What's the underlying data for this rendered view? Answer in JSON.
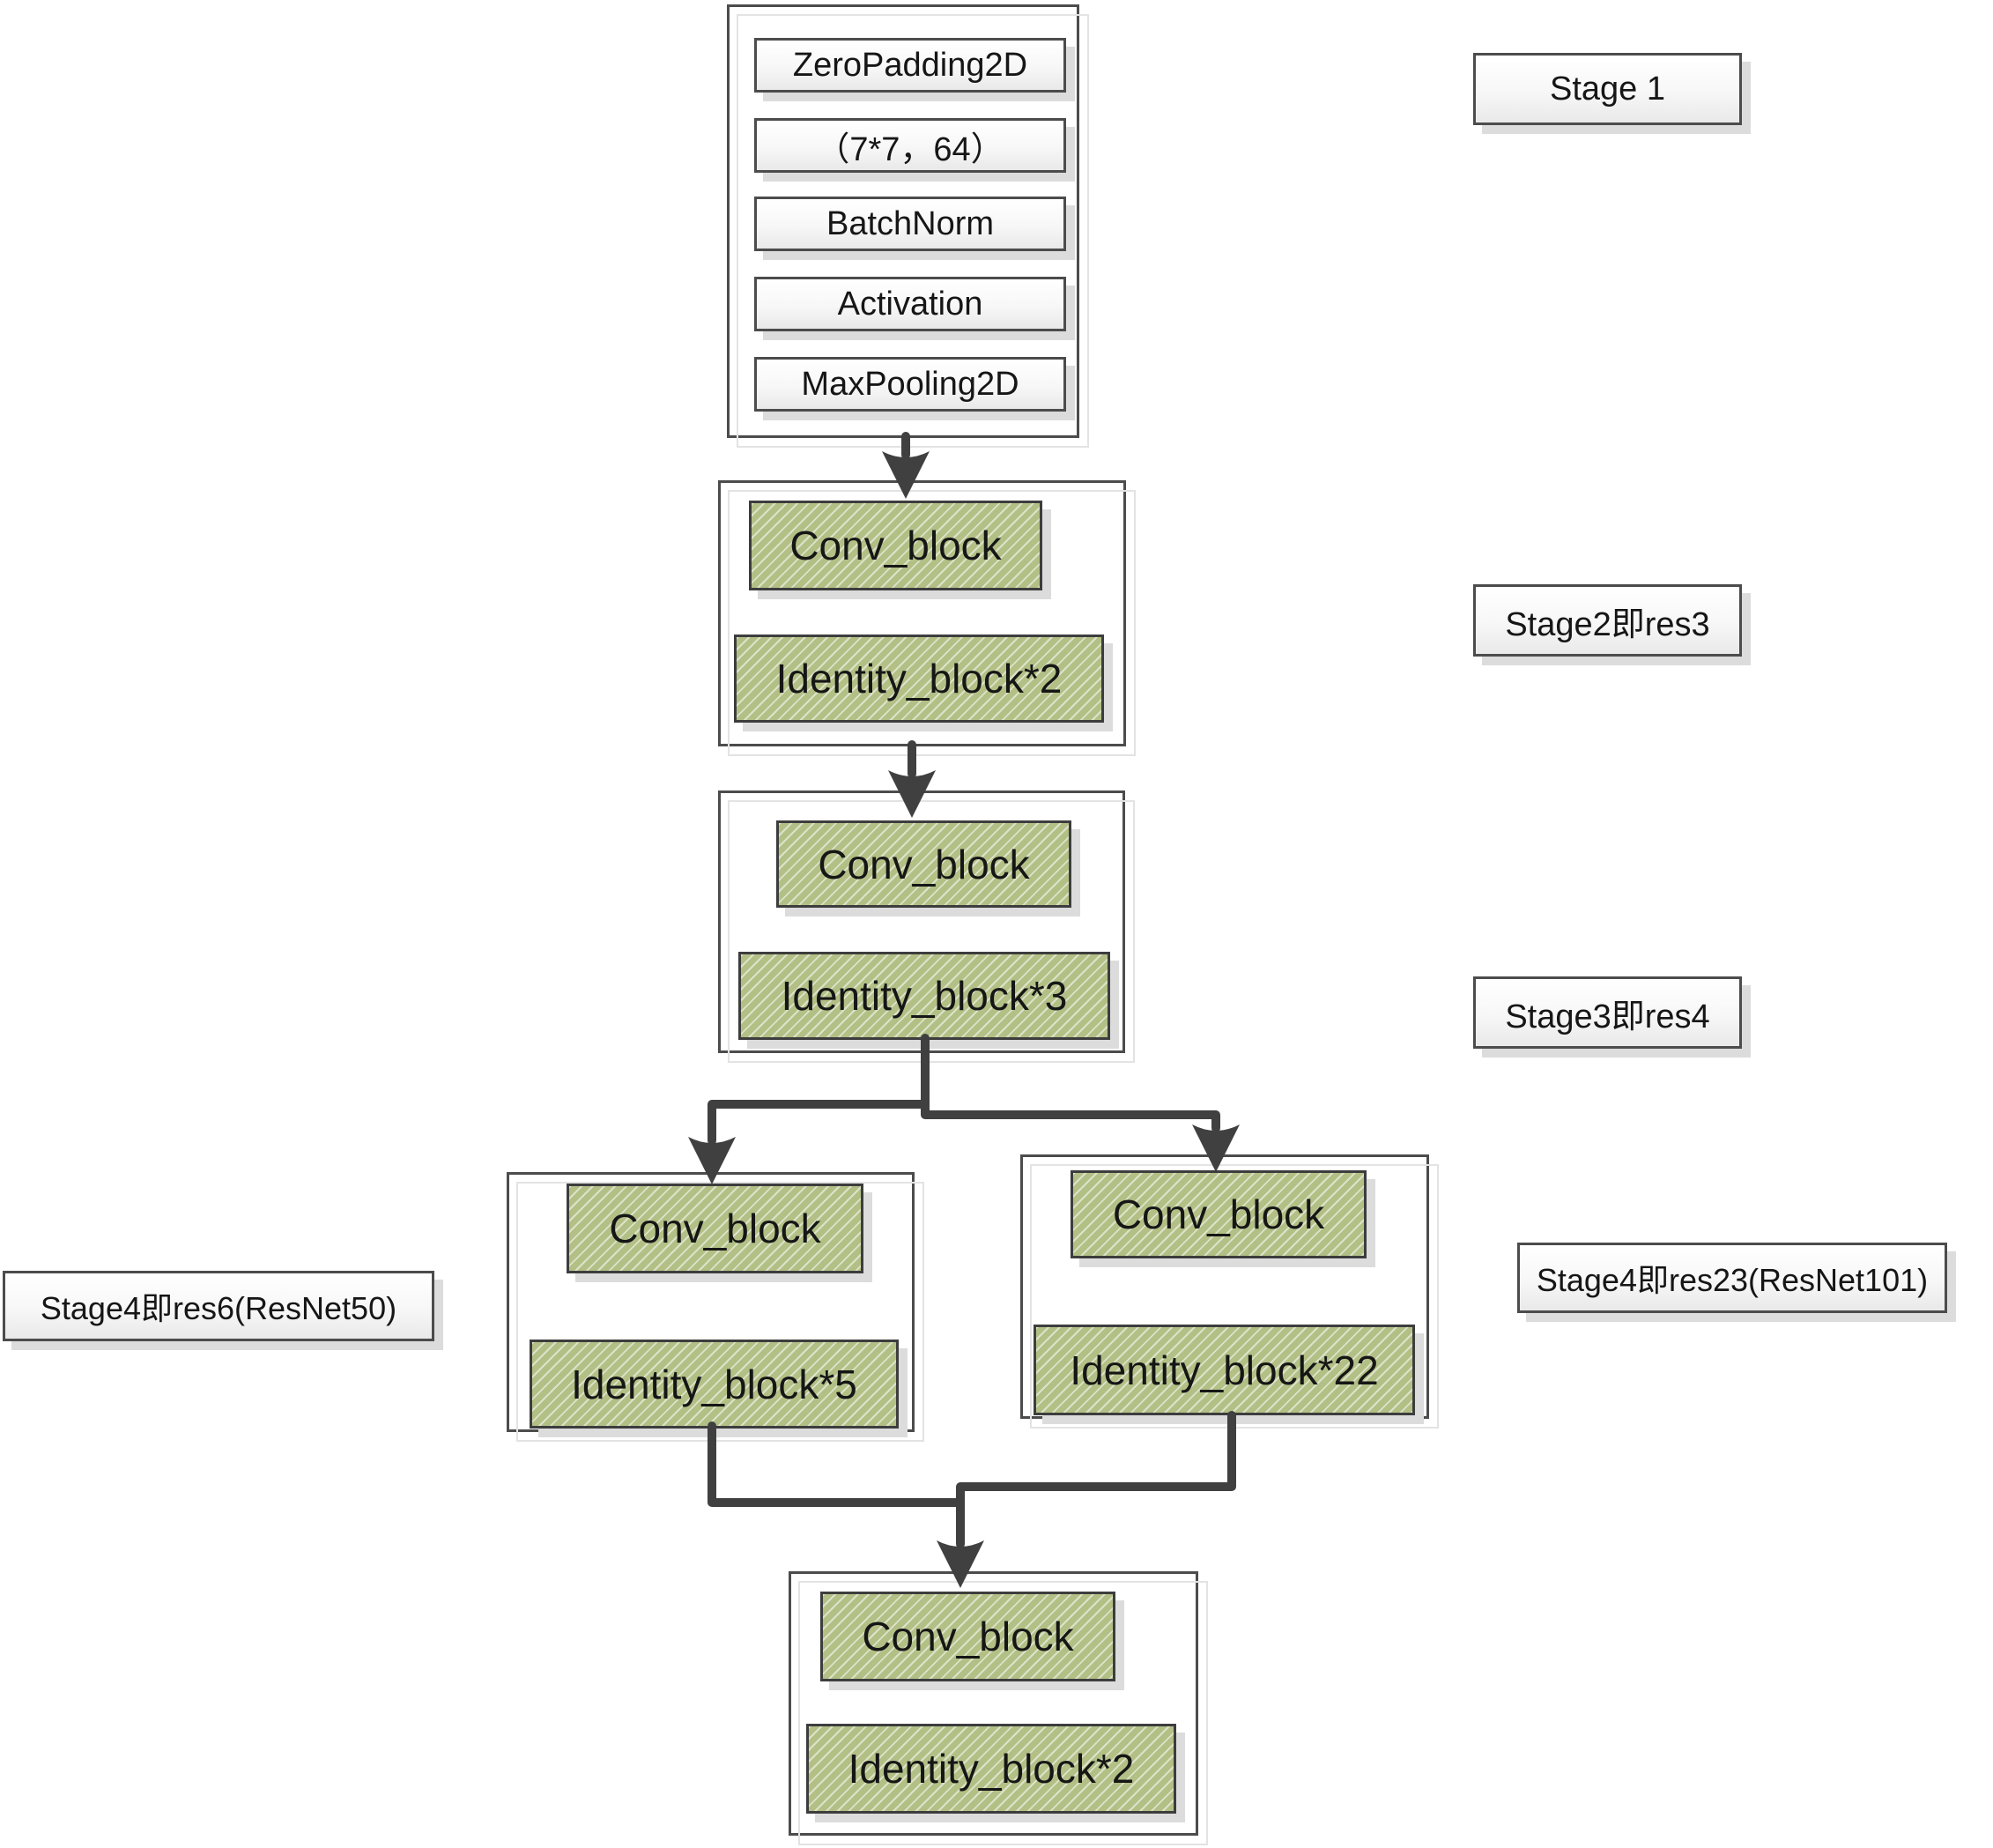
{
  "diagram_type": "flowchart",
  "stage1": {
    "layers": [
      "ZeroPadding2D",
      "（7*7，64）",
      "BatchNorm",
      "Activation",
      "MaxPooling2D"
    ]
  },
  "stage2": {
    "blocks": [
      "Conv_block",
      "Identity_block*2"
    ]
  },
  "stage3": {
    "blocks": [
      "Conv_block",
      "Identity_block*3"
    ]
  },
  "stage4_left": {
    "blocks": [
      "Conv_block",
      "Identity_block*5"
    ]
  },
  "stage4_right": {
    "blocks": [
      "Conv_block",
      "Identity_block*22"
    ]
  },
  "stage5": {
    "blocks": [
      "Conv_block",
      "Identity_block*2"
    ]
  },
  "labels": {
    "stage1": "Stage 1",
    "stage2": "Stage2即res3",
    "stage3": "Stage3即res4",
    "stage4_left": "Stage4即res6(ResNet50)",
    "stage4_right": "Stage4即res23(ResNet101)"
  },
  "colors": {
    "block_fill": "#b2c086",
    "block_border": "#3d3d3d",
    "connector": "#404040",
    "box_border": "#4c4c4c",
    "shadow": "#dcdcdc",
    "echo": "#e3e3e3",
    "text": "#161616"
  }
}
